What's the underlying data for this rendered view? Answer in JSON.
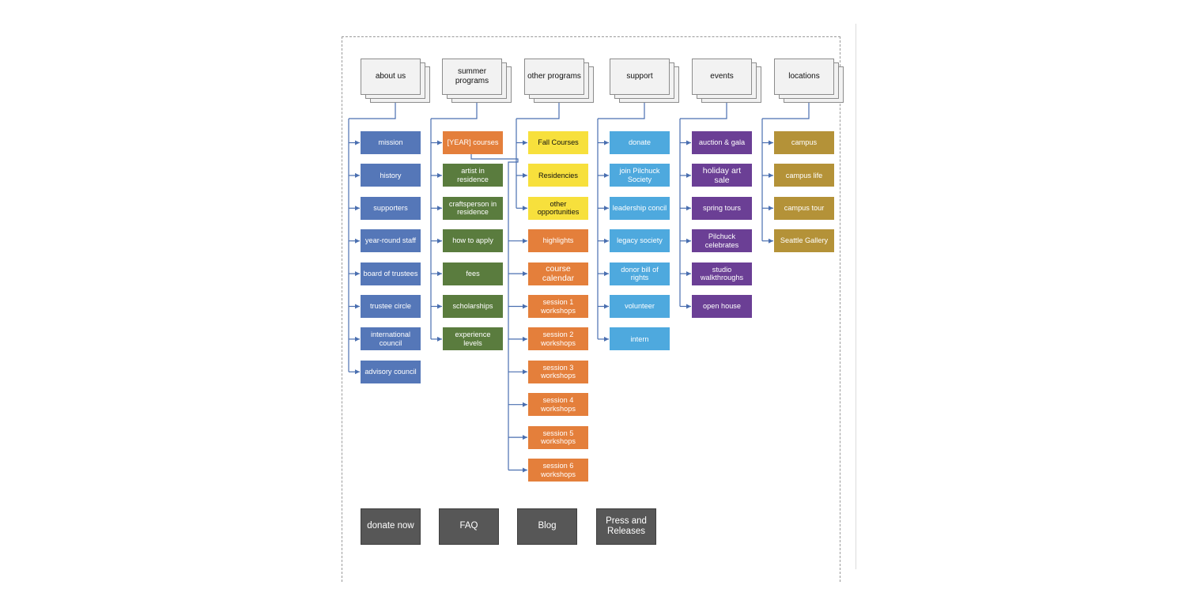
{
  "colors": {
    "wire": "#4a6fb0",
    "about": "#5577b8",
    "summer": "#5a7c3e",
    "other_primary": "#f7e03c",
    "other_secondary": "#e47f3b",
    "support": "#4ea9de",
    "events": "#6b3f95",
    "locations": "#b49238",
    "utility": "#575757"
  },
  "columns": [
    {
      "title": "about us",
      "items": [
        {
          "label": "mission",
          "color": "#5577b8"
        },
        {
          "label": "history",
          "color": "#5577b8"
        },
        {
          "label": "supporters",
          "color": "#5577b8"
        },
        {
          "label": "year-round staff",
          "color": "#5577b8"
        },
        {
          "label": "board of trustees",
          "color": "#5577b8"
        },
        {
          "label": "trustee circle",
          "color": "#5577b8"
        },
        {
          "label": "international council",
          "color": "#5577b8"
        },
        {
          "label": "advisory council",
          "color": "#5577b8"
        }
      ]
    },
    {
      "title": "summer programs",
      "items": [
        {
          "label": "[YEAR] courses",
          "color": "#e47f3b"
        },
        {
          "label": "artist in residence",
          "color": "#5a7c3e"
        },
        {
          "label": "craftsperson in residence",
          "color": "#5a7c3e"
        },
        {
          "label": "how to apply",
          "color": "#5a7c3e"
        },
        {
          "label": "fees",
          "color": "#5a7c3e"
        },
        {
          "label": "scholarships",
          "color": "#5a7c3e"
        },
        {
          "label": "experience levels",
          "color": "#5a7c3e"
        }
      ]
    },
    {
      "title": "other programs",
      "items": [
        {
          "label": "Fall Courses",
          "color": "#f7e03c",
          "dark": true
        },
        {
          "label": "Residencies",
          "color": "#f7e03c",
          "dark": true
        },
        {
          "label": "other opportunities",
          "color": "#f7e03c",
          "dark": true
        },
        {
          "label": "highlights",
          "color": "#e47f3b"
        },
        {
          "label": "course calendar",
          "color": "#e47f3b",
          "big": true
        },
        {
          "label": "session 1 workshops",
          "color": "#e47f3b"
        },
        {
          "label": "session 2 workshops",
          "color": "#e47f3b"
        },
        {
          "label": "session 3 workshops",
          "color": "#e47f3b"
        },
        {
          "label": "session 4 workshops",
          "color": "#e47f3b"
        },
        {
          "label": "session 5 workshops",
          "color": "#e47f3b"
        },
        {
          "label": "session 6 workshops",
          "color": "#e47f3b"
        }
      ]
    },
    {
      "title": "support",
      "items": [
        {
          "label": "donate",
          "color": "#4ea9de"
        },
        {
          "label": "join Pilchuck Society",
          "color": "#4ea9de"
        },
        {
          "label": "leadership concil",
          "color": "#4ea9de"
        },
        {
          "label": "legacy society",
          "color": "#4ea9de"
        },
        {
          "label": "donor bill of rights",
          "color": "#4ea9de"
        },
        {
          "label": "volunteer",
          "color": "#4ea9de"
        },
        {
          "label": "intern",
          "color": "#4ea9de"
        }
      ]
    },
    {
      "title": "events",
      "items": [
        {
          "label": "auction & gala",
          "color": "#6b3f95"
        },
        {
          "label": "holiday art sale",
          "color": "#6b3f95",
          "big": true
        },
        {
          "label": "spring tours",
          "color": "#6b3f95"
        },
        {
          "label": "Pilchuck celebrates",
          "color": "#6b3f95"
        },
        {
          "label": "studio walkthroughs",
          "color": "#6b3f95"
        },
        {
          "label": "open house",
          "color": "#6b3f95"
        }
      ]
    },
    {
      "title": "locations",
      "items": [
        {
          "label": "campus",
          "color": "#b49238"
        },
        {
          "label": "campus life",
          "color": "#b49238"
        },
        {
          "label": "campus tour",
          "color": "#b49238"
        },
        {
          "label": "Seattle Gallery",
          "color": "#b49238"
        }
      ]
    }
  ],
  "utility_links": [
    {
      "label": "donate now"
    },
    {
      "label": "FAQ"
    },
    {
      "label": "Blog"
    },
    {
      "label": "Press and Releases"
    }
  ]
}
